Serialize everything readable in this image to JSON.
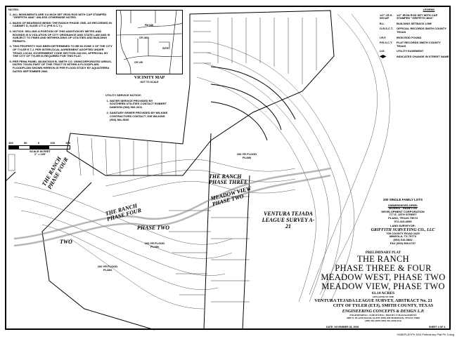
{
  "notes": {
    "heading": "NOTES:",
    "items": [
      "ALL MONUMENTS ARE 1/2-INCH SET IRON ROD WITH CAP STAMPED \"GRIFFITH 4846\" UNLESS OTHERWISE NOTED.",
      "BASIS OF BEARINGS BEING THE RANCH PHASE ONE, AS RECORDED IN CABINET D, SLIDE 177-C (P.R.S.C.T.).",
      "NOTICE: SELLING A PORTION OF THIS ADDITION BY METES AND BOUNDS IS A VIOLATION OF CITY ORDINANCE AND STATE LAW AND IS SUBJECT TO FINES AND WITHHOLDING OF UTILITIES AND BUILDING PERMITS.",
      "THIS PROPERTY HAS BEEN DETERMINED TO BE IN ZONE X OF THE CITY OF TYLER E.T.J. PER INTERLOCAL AGREEMENT ADOPTED UNDER TEXAS LOCAL GOVERNMENT CODE SECTION 242.001, APPROVAL BY THE CITY OF TYLER IS REQUIRED FOR THIS PLAT.",
      "PER FEMA PANEL 48183C0325 B, SMITH CO. UNINCORPORATED AREAS, DATED 7/31/81 PART OF THIS TRACT IS WITHIN A FLOODPLAIN. FLOODPLAIN SHOWN HEREON IS PER FLOOD STUDY BY AQUATERRA DATED SEPTEMBER 2006."
    ]
  },
  "vicinity_map": {
    "title": "VICINITY MAP",
    "subtitle": "NOT TO SCALE",
    "labels": [
      "FM 346",
      "CR 1803",
      "SITE",
      "CR 145"
    ]
  },
  "legend": {
    "title": "LEGEND",
    "rows": [
      {
        "key": "1/2\" I.R.S. W/CAP",
        "desc": "1/2\" IRON ROD SET WITH CAP STAMPED \"GRIFFITH 4846\""
      },
      {
        "key": "B.L.",
        "desc": "BUILDING SETBACK LINE"
      },
      {
        "key": "O.R.S.C.T.",
        "desc": "OFFICIAL RECORDS SMITH COUNTY TEXAS"
      },
      {
        "key": "I.R.F.",
        "desc": "IRON ROD FOUND"
      },
      {
        "key": "P.R.S.C.T.",
        "desc": "PLAT RECORDS SMITH COUNTY TEXAS"
      },
      {
        "key": "U.E.",
        "desc": "UTILITY EASEMENT"
      },
      {
        "key": "",
        "desc": "INDICATES CHANGE IN STREET NAME"
      }
    ]
  },
  "utility": {
    "heading": "UTILITY SERVICE NOTICE:",
    "items": [
      "WATER SERVICE PROVIDED BY SOUTHERN UTILITIES CONTACT ROBERT DAWSON (903) 566-2611",
      "SANITARY SEWER PROVIDED BY WILKINS CONTRACTORS CONTACT JOE WILKINS (903) 581-5630"
    ]
  },
  "scale": {
    "ticks": [
      "100",
      "50",
      "0",
      "100",
      "200"
    ],
    "label": "SCALE IN FEET",
    "ratio": "1\" = 100'"
  },
  "map_labels": {
    "ranch_four_a": "THE RANCH PHASE FOUR",
    "ranch_four_b": "THE RANCH PHASE FOUR",
    "ranch_three": "THE RANCH PHASE THREE",
    "meadow_view": "MEADOW VIEW PHASE TWO",
    "phase_two_a": "PHASE TWO",
    "phase_two_b": "TWO",
    "survey": "VENTURA TEJADA LEAGUE SURVEY A-21",
    "flood": "100 YR FLOOD PLAIN"
  },
  "owner": {
    "lots": "200 SINGLE FAMILY LOTS",
    "owner_heading": "OWNER/DEVELOPER:",
    "owner_lines": [
      "MORRIS - HAMPTON",
      "DEVELOPMENT CORPORATION",
      "777 E. 15TH STREET",
      "PLANO, TEXAS 75074",
      "972-423-4699"
    ],
    "surveyor_heading": "LAND SURVEYOR:",
    "surveyor_name": "GRIFFITH SURVEYING CO., LLC",
    "surveyor_lines": [
      "705 COUNTY ROAD 2425",
      "MINEOLA, TX 75773",
      "(903) 316-0882",
      "FAX (903) 569-6707"
    ]
  },
  "title_block": {
    "preliminary": "PRELIMINARY PLAT",
    "lines": [
      "THE RANCH",
      "PHASE THREE & FOUR",
      "MEADOW WEST, PHASE TWO",
      "MEADOW VIEW, PHASE TWO"
    ],
    "acres": "61.14 ACRES",
    "situated": "SITUATED IN THE",
    "survey": "VENTURA TEJADA LEAGUE SURVEY, ABSTRACT No. 21",
    "city": "CITY OF TYLER (ETJ), SMITH COUNTY, TEXAS",
    "engineer": "ENGINEERING CONCEPTS & DESIGN L.P.",
    "engineer_sub": "ENGINEERING / SURVEYING / PROJECT MANAGEMENT",
    "engineer_addr": "2000 N. PLANO ROAD, SUITE 2000, RICHARDSON, TEXAS 75082",
    "engineer_phone": "(469) 562-2000   (469) 562-2036 FAX",
    "date": "DATE: NOVEMBER 28, 2006",
    "sheet": "SHEET 4 OF 4"
  },
  "file_path": "0038\\PLAT\\Ph 3\\04 Preliminary Plat Ph 3.dwg"
}
